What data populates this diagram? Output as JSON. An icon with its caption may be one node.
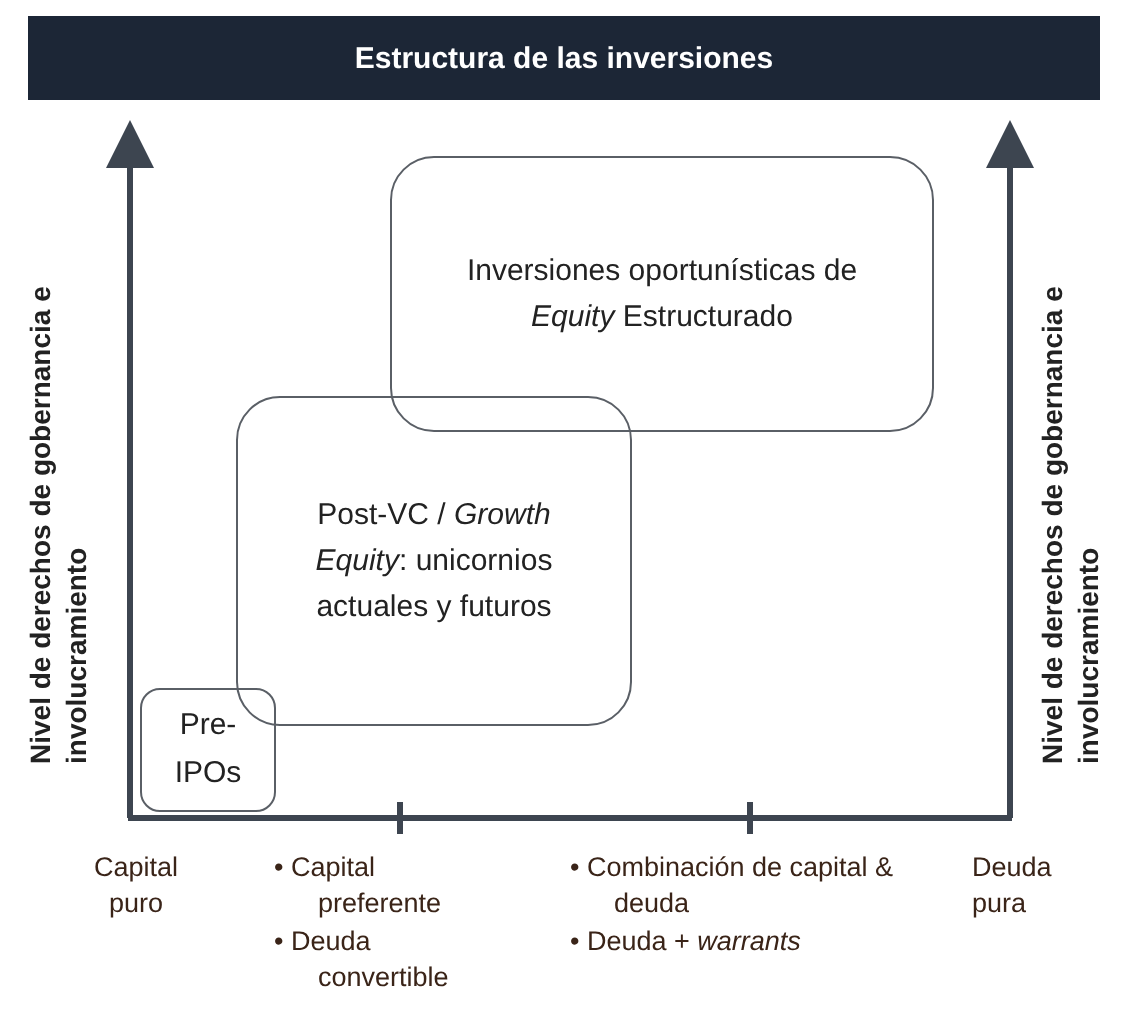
{
  "diagram": {
    "title": "Estructura de las inversiones",
    "nodes": [
      {
        "text": [
          "Inversiones oportunísticas de *Equity* Estructurado"
        ]
      },
      {
        "text": [
          "Post-VC / *Growth Equity*: unicornios actuales y futuros"
        ]
      },
      {
        "text": [
          "Pre-IPOs"
        ]
      }
    ],
    "edges": [],
    "labels": [
      "Nivel de derechos de gobernancia e involucramiento",
      "Nivel de derechos de gobernancia e involucramiento",
      "Capital puro",
      "• Capital preferente",
      "• Deuda convertible",
      "• Combinación de capital & deuda",
      "• Deuda + *warrants*",
      "Deuda pura"
    ]
  }
}
